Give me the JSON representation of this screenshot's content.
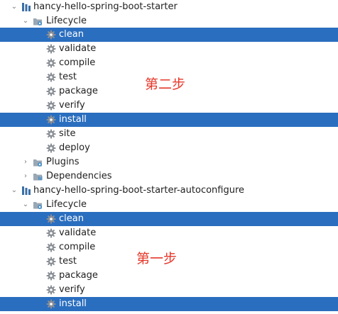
{
  "projects": [
    {
      "name": "hancy-hello-spring-boot-starter",
      "lifecycle_label": "Lifecycle",
      "goals": [
        "clean",
        "validate",
        "compile",
        "test",
        "package",
        "verify",
        "install",
        "site",
        "deploy"
      ],
      "plugins_label": "Plugins",
      "dependencies_label": "Dependencies"
    },
    {
      "name": "hancy-hello-spring-boot-starter-autoconfigure",
      "lifecycle_label": "Lifecycle",
      "goals": [
        "clean",
        "validate",
        "compile",
        "test",
        "package",
        "verify",
        "install"
      ]
    }
  ],
  "annotations": {
    "step_two": "第二步",
    "step_one": "第一步"
  },
  "colors": {
    "selection": "#2a6ebf",
    "annotation": "#e5392b",
    "gear": "#8a8f96"
  },
  "icons": {
    "expand": "chevron-down-icon",
    "collapse": "chevron-right-icon",
    "project": "maven-project-icon",
    "folder": "folder-gear-icon",
    "goal": "gear-icon",
    "dependencies": "dependencies-folder-icon"
  }
}
